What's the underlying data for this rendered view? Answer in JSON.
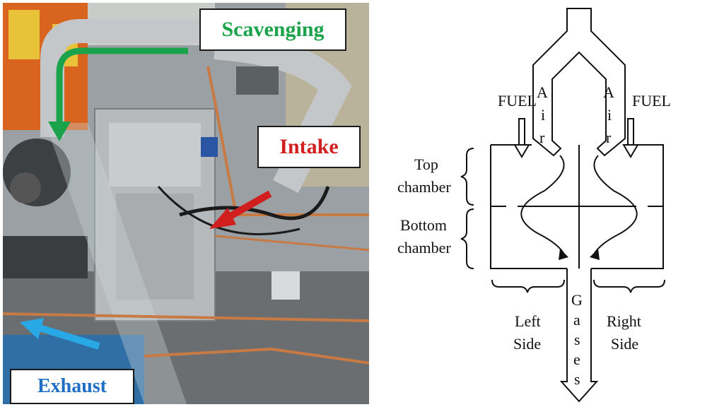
{
  "photo": {
    "labels": {
      "scavenging": "Scavenging",
      "intake": "Intake",
      "exhaust": "Exhaust"
    },
    "colors": {
      "scavenging": "#1aa34a",
      "intake": "#d11f1f",
      "exhaust": "#29a8e6"
    }
  },
  "diagram": {
    "fuel_left": "FUEL",
    "fuel_right": "FUEL",
    "air_left": [
      "A",
      "i",
      "r"
    ],
    "air_right": [
      "A",
      "i",
      "r"
    ],
    "top_chamber": [
      "Top",
      "chamber"
    ],
    "bottom_chamber": [
      "Bottom",
      "chamber"
    ],
    "left_side": [
      "Left",
      "Side"
    ],
    "right_side": [
      "Right",
      "Side"
    ],
    "gases": [
      "G",
      "a",
      "s",
      "e",
      "s"
    ]
  }
}
